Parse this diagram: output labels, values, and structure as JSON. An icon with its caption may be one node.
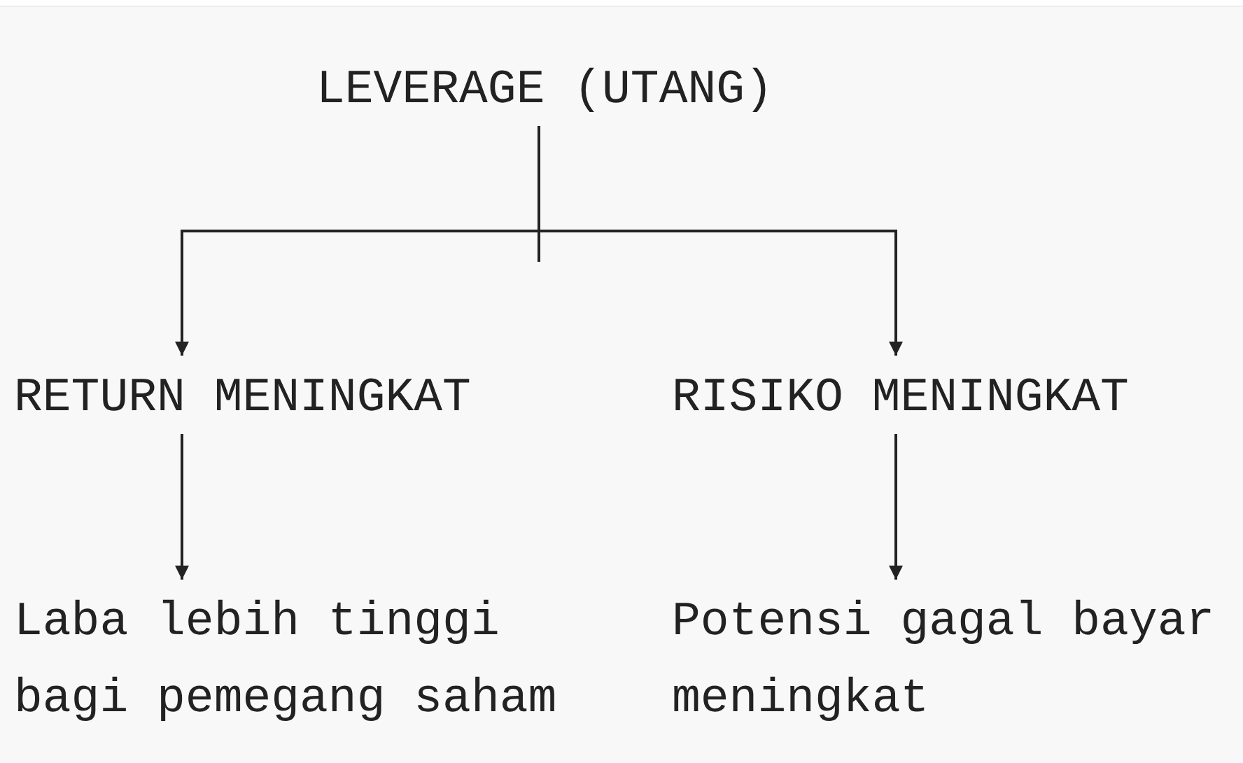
{
  "diagram": {
    "nodes": [
      {
        "text": [
          "LEVERAGE (UTANG)"
        ]
      },
      {
        "text": [
          "RETURN MENINGKAT"
        ]
      },
      {
        "text": [
          "RISIKO MENINGKAT"
        ]
      },
      {
        "text": [
          "Laba lebih tinggi bagi pemegang saham"
        ]
      },
      {
        "text": [
          "Potensi gagal bayar meningkat"
        ]
      }
    ],
    "edges": [
      {
        "from": 0,
        "to": 1,
        "arrow": "to"
      },
      {
        "from": 0,
        "to": 2,
        "arrow": "to"
      },
      {
        "from": 1,
        "to": 3,
        "arrow": "to"
      },
      {
        "from": 2,
        "to": 4,
        "arrow": "to"
      }
    ]
  }
}
